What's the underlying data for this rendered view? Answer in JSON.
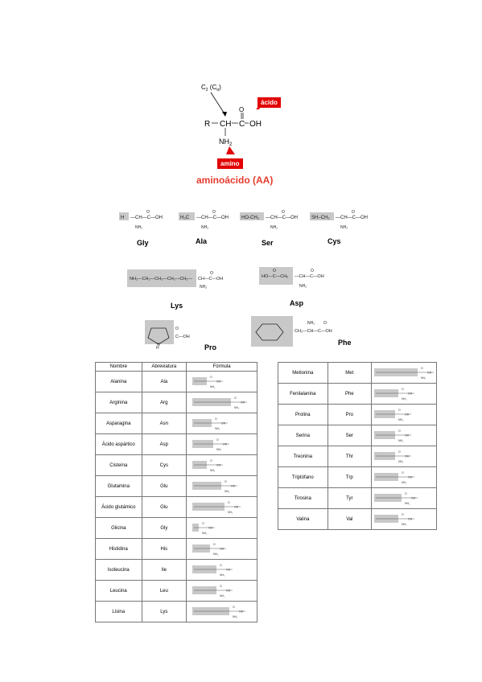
{
  "general": {
    "calpha": "C2 (Cα)",
    "acid_tag": "ácido",
    "amino_tag": "amino",
    "caption": "aminoácido (AA)",
    "backbone_left": "R – CH – C – OH",
    "nh2": "NH2"
  },
  "examples": [
    {
      "abbr": "Gly",
      "side": "H"
    },
    {
      "abbr": "Ala",
      "side": "H3C"
    },
    {
      "abbr": "Ser",
      "side": "HO-CH2"
    },
    {
      "abbr": "Cys",
      "side": "SH-CH2"
    },
    {
      "abbr": "Lys",
      "side": "NH2-CH2-CH2-CH2-CH2"
    },
    {
      "abbr": "Asp",
      "side": "HO-C-CH2"
    },
    {
      "abbr": "Pro",
      "side": "ring"
    },
    {
      "abbr": "Phe",
      "side": "benzene"
    }
  ],
  "table": {
    "headers": [
      "Nombre",
      "Abreviatura",
      "Fórmula"
    ],
    "left_rows": [
      {
        "name": "Alanina",
        "abbr": "Ala"
      },
      {
        "name": "Arginina",
        "abbr": "Arg"
      },
      {
        "name": "Asparagina",
        "abbr": "Asn"
      },
      {
        "name": "Ácido aspártico",
        "abbr": "Asp"
      },
      {
        "name": "Cisteína",
        "abbr": "Cys"
      },
      {
        "name": "Glutamina",
        "abbr": "Glu"
      },
      {
        "name": "Ácido glutámico",
        "abbr": "Glu"
      },
      {
        "name": "Glicina",
        "abbr": "Gly"
      },
      {
        "name": "Histidina",
        "abbr": "His"
      },
      {
        "name": "Isoleucina",
        "abbr": "Ile"
      },
      {
        "name": "Leucina",
        "abbr": "Leu"
      },
      {
        "name": "Lisina",
        "abbr": "Lys"
      }
    ],
    "right_rows": [
      {
        "name": "Metionina",
        "abbr": "Met"
      },
      {
        "name": "Fenilalanina",
        "abbr": "Phe"
      },
      {
        "name": "Prolina",
        "abbr": "Pro"
      },
      {
        "name": "Serina",
        "abbr": "Ser"
      },
      {
        "name": "Treonina",
        "abbr": "Thr"
      },
      {
        "name": "Triptófano",
        "abbr": "Trp"
      },
      {
        "name": "Tirosina",
        "abbr": "Tyr"
      },
      {
        "name": "Valina",
        "abbr": "Val"
      }
    ]
  },
  "colors": {
    "accent_red": "#e20000",
    "caption_red": "#e63b2e",
    "highlight": "#c8c8c8"
  }
}
